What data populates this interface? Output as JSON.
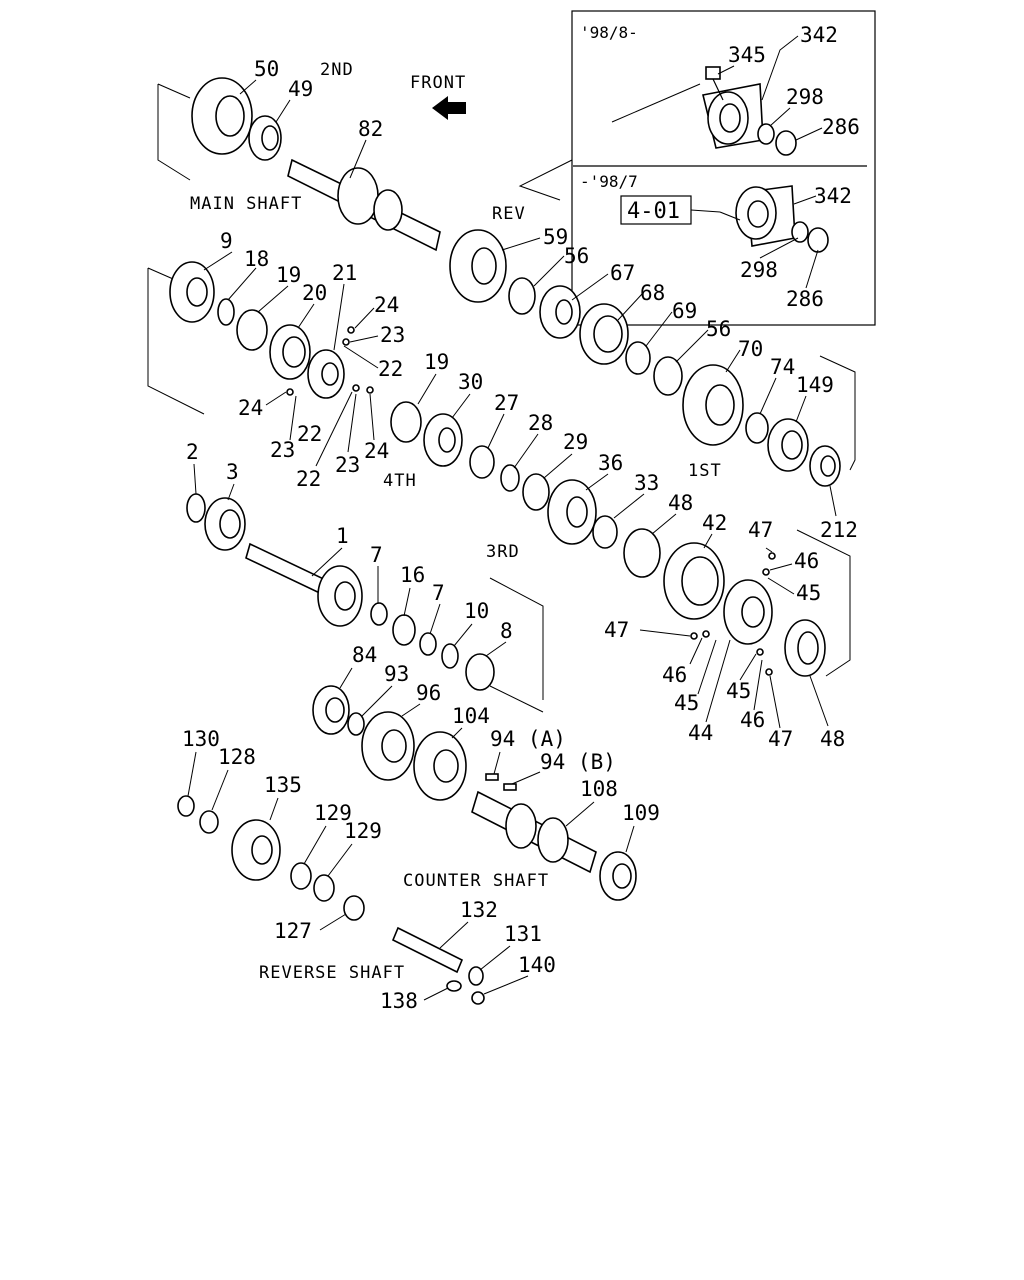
{
  "frame": {
    "later_title": "'98/8-",
    "earlier_title": "-'98/7",
    "ref_box": "4-01"
  },
  "labels": {
    "main_shaft": "MAIN SHAFT",
    "counter_shaft": "COUNTER SHAFT",
    "reverse_shaft": "REVERSE SHAFT",
    "front": "FRONT",
    "gear_2nd": "2ND",
    "gear_rev": "REV",
    "gear_4th": "4TH",
    "gear_3rd": "3RD",
    "gear_1st": "1ST"
  },
  "callouts": [
    "50",
    "49",
    "82",
    "59",
    "56",
    "67",
    "68",
    "69",
    "56",
    "70",
    "74",
    "149",
    "212",
    "9",
    "18",
    "19",
    "20",
    "21",
    "24",
    "23",
    "22",
    "22",
    "23",
    "24",
    "24",
    "23",
    "22",
    "19",
    "30",
    "27",
    "28",
    "29",
    "36",
    "33",
    "48",
    "42",
    "47",
    "46",
    "45",
    "47",
    "46",
    "45",
    "44",
    "45",
    "46",
    "47",
    "48",
    "2",
    "3",
    "1",
    "7",
    "16",
    "7",
    "10",
    "8",
    "84",
    "93",
    "96",
    "104",
    "94 (A)",
    "94 (B)",
    "108",
    "109",
    "130",
    "128",
    "135",
    "129",
    "129",
    "127",
    "132",
    "131",
    "140",
    "138",
    "345",
    "342",
    "298",
    "286",
    "342",
    "298",
    "286"
  ],
  "icons": [
    "front-arrow-icon"
  ]
}
